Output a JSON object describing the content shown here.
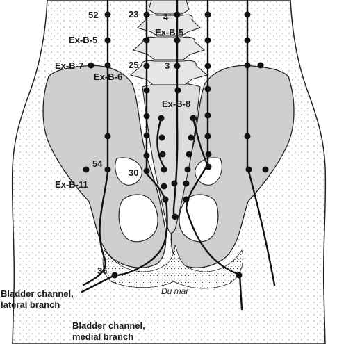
{
  "labels": {
    "p52": "52",
    "p23": "23",
    "p4": "4",
    "exb5_left": "Ex-B-5",
    "exb5_center": "Ex-B-5",
    "exb7": "Ex-B-7",
    "p25": "25",
    "p3": "3",
    "exb6": "Ex-B-6",
    "exb8": "Ex-B-8",
    "p54": "54",
    "p30": "30",
    "exb11": "Ex-B-11",
    "p36": "36",
    "du_mai": "Du mai"
  },
  "captions": {
    "lateral_line1": "Bladder channel,",
    "lateral_line2": "lateral branch",
    "medial_line1": "Bladder channel,",
    "medial_line2": "medial branch"
  }
}
